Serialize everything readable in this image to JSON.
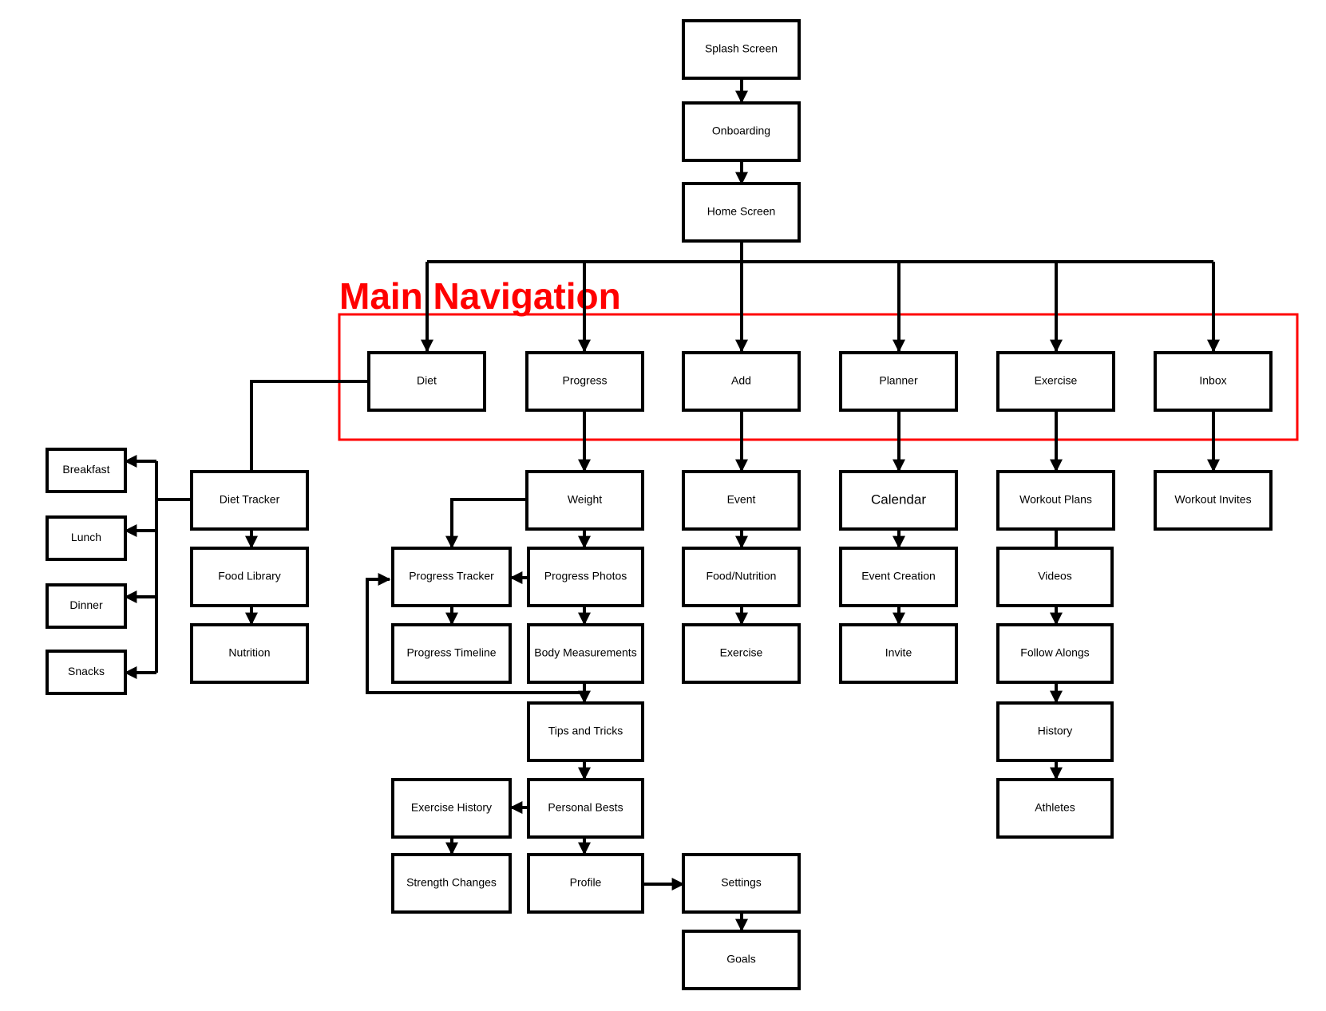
{
  "main_navigation_label": "Main Navigation",
  "colors": {
    "line": "#000000",
    "highlight": "#ff0000",
    "background": "#ffffff"
  },
  "nodes": {
    "splash": "Splash Screen",
    "onboarding": "Onboarding",
    "home": "Home Screen",
    "diet": "Diet",
    "progress": "Progress",
    "add": "Add",
    "planner": "Planner",
    "exercise": "Exercise",
    "inbox": "Inbox",
    "breakfast": "Breakfast",
    "lunch": "Lunch",
    "dinner": "Dinner",
    "snacks": "Snacks",
    "diet_tracker": "Diet Tracker",
    "food_library": "Food Library",
    "nutrition": "Nutrition",
    "weight": "Weight",
    "progress_tracker": "Progress Tracker",
    "progress_photos": "Progress Photos",
    "progress_timeline": "Progress Timeline",
    "body_measurements": "Body Measurements",
    "tips_and_tricks": "Tips and Tricks",
    "exercise_history": "Exercise History",
    "personal_bests": "Personal Bests",
    "strength_changes": "Strength Changes",
    "profile": "Profile",
    "settings": "Settings",
    "goals": "Goals",
    "event": "Event",
    "food_nutrition": "Food/Nutrition",
    "add_exercise": "Exercise",
    "calendar": "Calendar",
    "event_creation": "Event Creation",
    "invite": "Invite",
    "workout_plans": "Workout Plans",
    "videos": "Videos",
    "follow_alongs": "Follow Alongs",
    "history": "History",
    "athletes": "Athletes",
    "workout_invites": "Workout Invites"
  }
}
